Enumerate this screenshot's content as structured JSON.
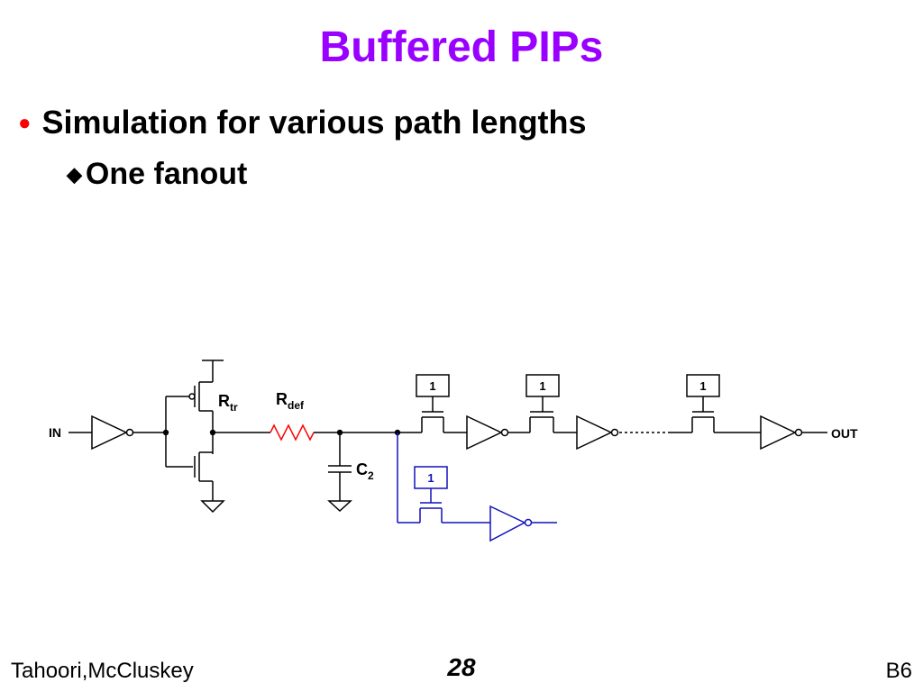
{
  "slide": {
    "title": "Buffered PIPs",
    "bullets": [
      {
        "text": "Simulation for various path lengths",
        "marker": "●"
      },
      {
        "text": "One fanout",
        "marker": "◆"
      }
    ]
  },
  "circuit": {
    "input_label": "IN",
    "output_label": "OUT",
    "rtr_main": "R",
    "rtr_sub": "tr",
    "rdef_main": "R",
    "rdef_sub": "def",
    "c2_main": "C",
    "c2_sub": "2",
    "gate_voltage_label": "1"
  },
  "footer": {
    "authors": "Tahoori,McCluskey",
    "page_number": "28",
    "slide_code": "B6"
  },
  "colors": {
    "title": "#9900ff",
    "bullet_marker": "#ff0000",
    "diamond_marker": "#000000",
    "circuit": "#000000",
    "fanout_branch": "#1111bb",
    "resistor": "#ff0000"
  }
}
